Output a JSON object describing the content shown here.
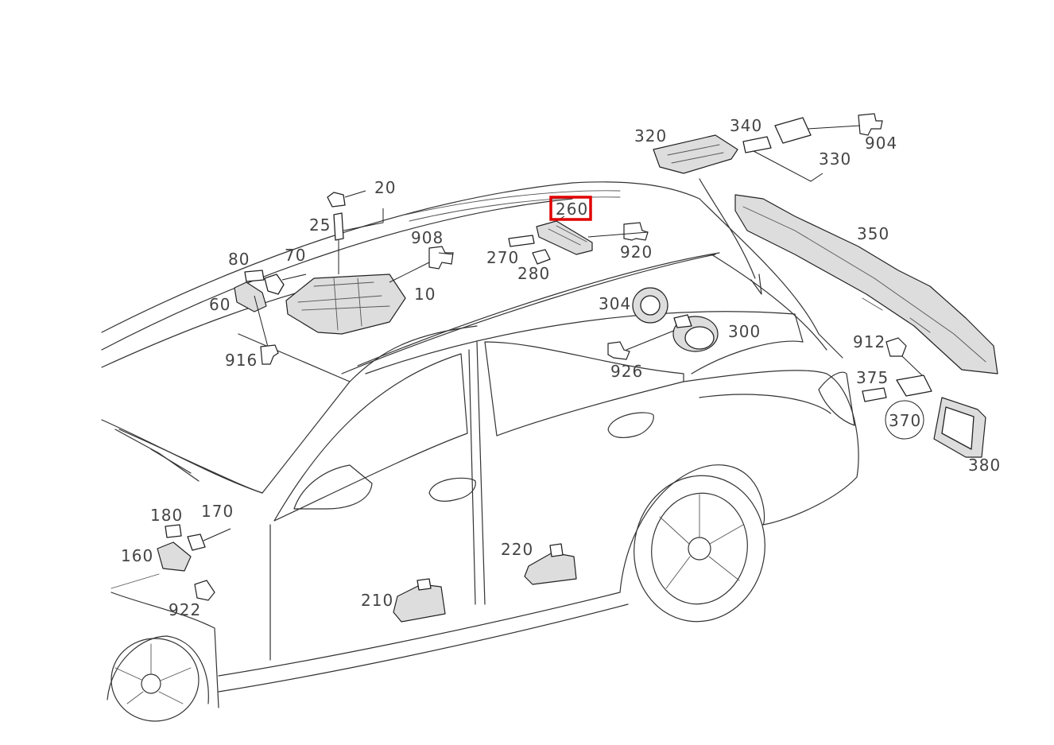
{
  "labels": {
    "p10": "10",
    "p20": "20",
    "p25": "25",
    "p60": "60",
    "p70": "70",
    "p80": "80",
    "p160": "160",
    "p170": "170",
    "p180": "180",
    "p210": "210",
    "p220": "220",
    "p260": "260",
    "p270": "270",
    "p280": "280",
    "p300": "300",
    "p304": "304",
    "p320": "320",
    "p330": "330",
    "p340": "340",
    "p350": "350",
    "p370": "370",
    "p375": "375",
    "p380": "380",
    "p904": "904",
    "p908": "908",
    "p912": "912",
    "p916": "916",
    "p920": "920",
    "p922": "922",
    "p926": "926"
  },
  "highlight": {
    "part": "260",
    "color": "#e00000"
  }
}
